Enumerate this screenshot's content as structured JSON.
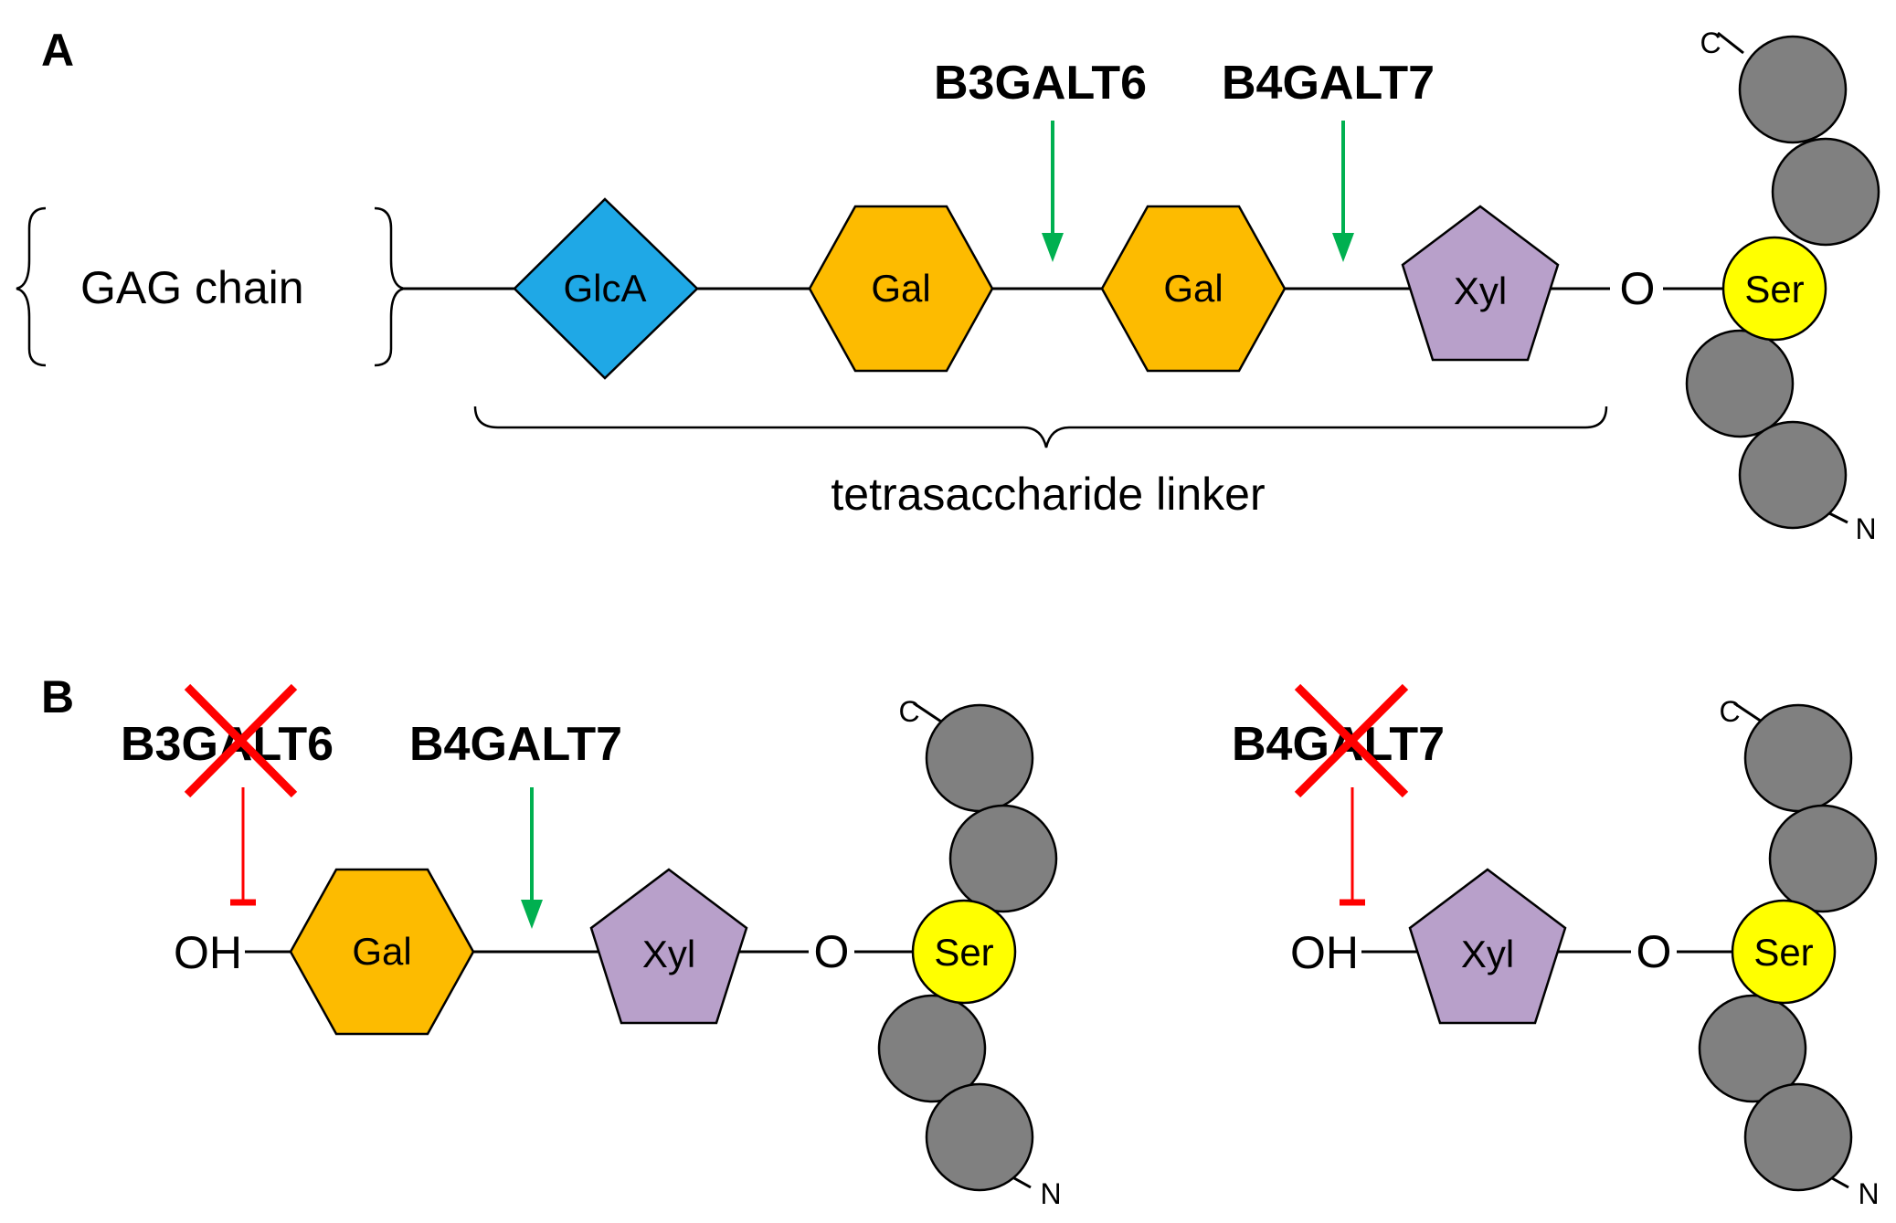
{
  "panels": {
    "a": "A",
    "b": "B"
  },
  "enzymes": {
    "b3galt6": "B3GALT6",
    "b4galt7": "B4GALT7"
  },
  "sugars": {
    "glca": "GlcA",
    "gal": "Gal",
    "xyl": "Xyl"
  },
  "residues": {
    "ser": "Ser",
    "c_term": "C",
    "n_term": "N"
  },
  "labels": {
    "gag_chain": "GAG chain",
    "tetrasaccharide_linker": "tetrasaccharide linker",
    "oxygen": "O",
    "hydroxyl": "OH"
  },
  "colors": {
    "glca": "#1fa8e6",
    "gal": "#fdbb00",
    "xyl": "#b8a0ca",
    "ser": "#ffff00",
    "amino_acid": "#808080",
    "active_arrow": "#00b050",
    "inhibited_arrow": "#ff0000",
    "knockout_cross": "#ff0000"
  }
}
